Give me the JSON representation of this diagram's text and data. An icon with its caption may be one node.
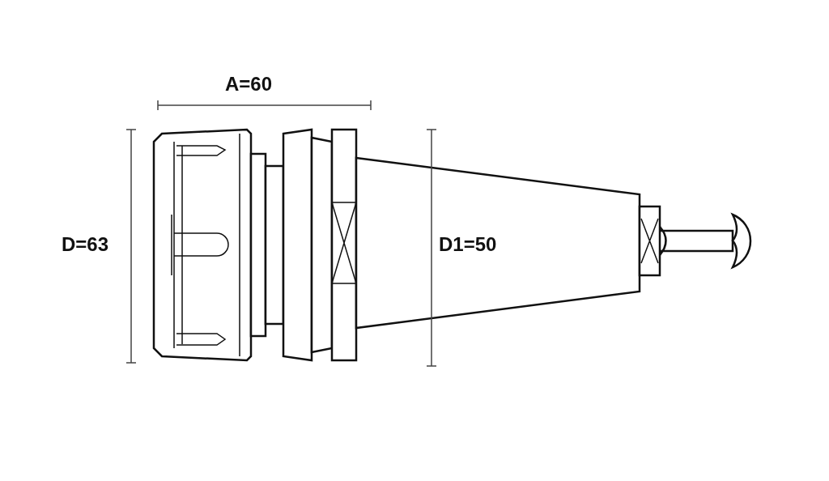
{
  "diagram": {
    "labels": [
      "A=60",
      "D=63",
      "D1=50"
    ]
  }
}
